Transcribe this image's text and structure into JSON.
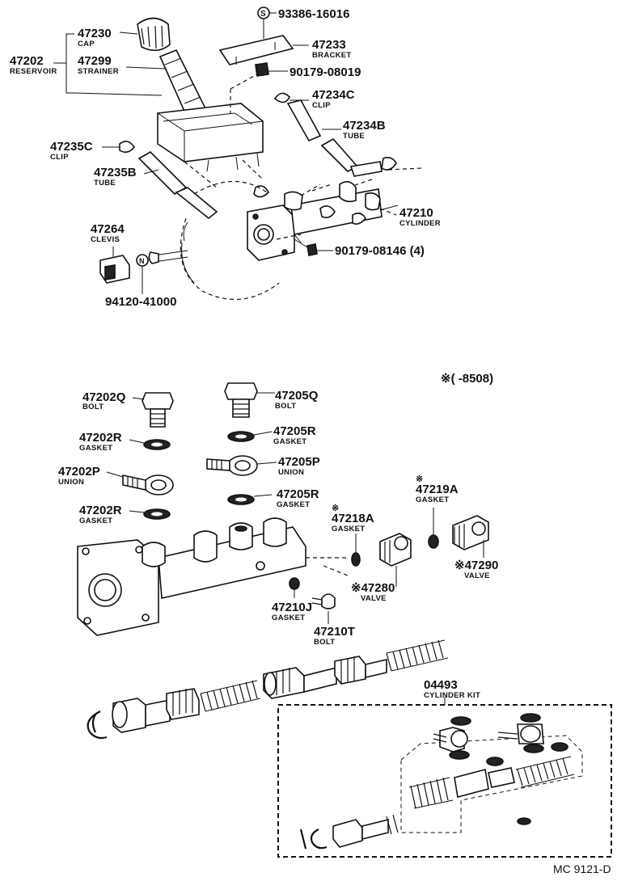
{
  "top": {
    "items": [
      {
        "number": "47230",
        "name": "CAP"
      },
      {
        "number": "47202",
        "name": "RESERVOIR"
      },
      {
        "number": "47299",
        "name": "STRAINER"
      },
      {
        "number": "93386-16016",
        "name": ""
      },
      {
        "number": "47233",
        "name": "BRACKET"
      },
      {
        "number": "90179-08019",
        "name": ""
      },
      {
        "number": "47234C",
        "name": "CLIP"
      },
      {
        "number": "47234B",
        "name": "TUBE"
      },
      {
        "number": "47235C",
        "name": "CLIP"
      },
      {
        "number": "47235B",
        "name": "TUBE"
      },
      {
        "number": "47210",
        "name": "CYLINDER"
      },
      {
        "number": "47264",
        "name": "CLEVIS"
      },
      {
        "number": "90179-08146 (4)",
        "name": ""
      },
      {
        "number": "94120-41000",
        "name": ""
      }
    ],
    "marker_s": "S",
    "marker_n": "N"
  },
  "bottom": {
    "date_note": "※(      -8508)",
    "items": [
      {
        "number": "47202Q",
        "name": "BOLT"
      },
      {
        "number": "47205Q",
        "name": "BOLT"
      },
      {
        "number": "47202R",
        "name": "GASKET"
      },
      {
        "number": "47205R",
        "name": "GASKET"
      },
      {
        "number": "47202P",
        "name": "UNION"
      },
      {
        "number": "47205P",
        "name": "UNION"
      },
      {
        "number": "47202R",
        "name": "GASKET"
      },
      {
        "number": "47205R",
        "name": "GASKET"
      },
      {
        "number": "47218A",
        "name": "GASKET",
        "mark": "※"
      },
      {
        "number": "47219A",
        "name": "GASKET",
        "mark": "※"
      },
      {
        "number": "※47290",
        "name": "VALVE"
      },
      {
        "number": "※47280",
        "name": "VALVE"
      },
      {
        "number": "47210J",
        "name": "GASKET"
      },
      {
        "number": "47210T",
        "name": "BOLT"
      },
      {
        "number": "04493",
        "name": "CYLINDER KIT"
      }
    ]
  },
  "footer": {
    "code": "MC 9121-D"
  }
}
